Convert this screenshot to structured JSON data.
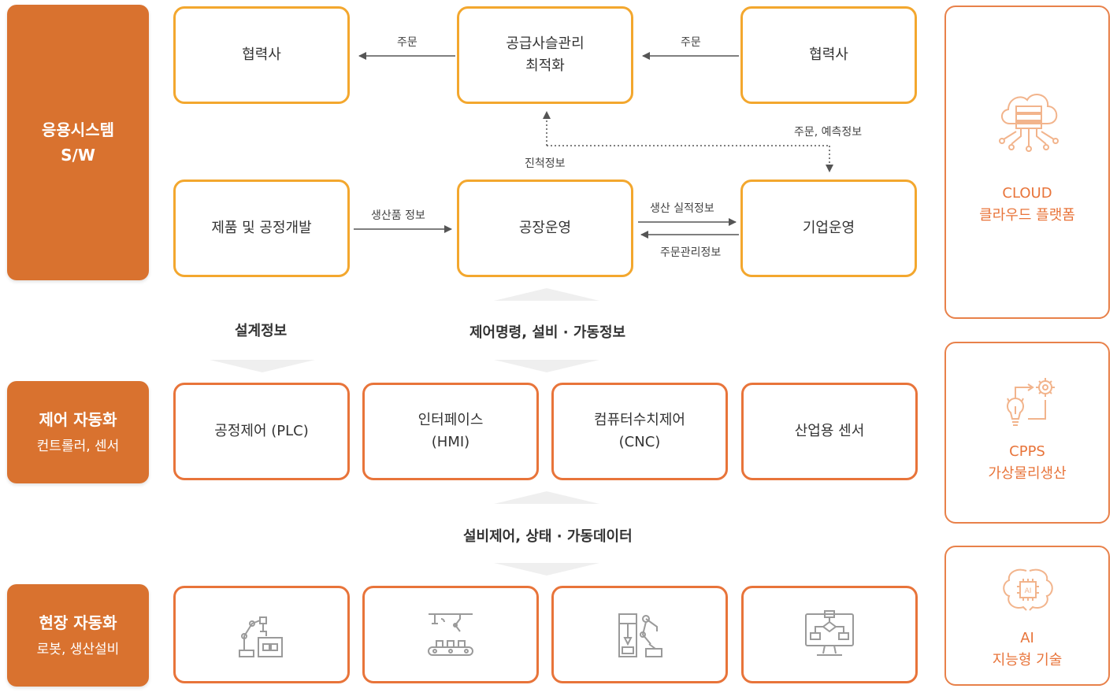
{
  "categories": {
    "app": {
      "title": "응용시스템",
      "subtitle": "S/W"
    },
    "control": {
      "title": "제어 자동화",
      "subtitle": "컨트롤러, 센서"
    },
    "field": {
      "title": "현장 자동화",
      "subtitle": "로봇, 생산설비"
    }
  },
  "app_boxes": {
    "partner_left": "협력사",
    "scm": [
      "공급사슬관리",
      "최적화"
    ],
    "partner_right": "협력사",
    "product_dev": "제품 및 공정개발",
    "factory_ops": "공장운영",
    "enterprise_ops": "기업운영"
  },
  "edge_labels": {
    "order_left": "주문",
    "order_right": "주문",
    "order_forecast": "주문, 예측정보",
    "progress": "진척정보",
    "product_info": "생산품 정보",
    "production_result": "생산 실적정보",
    "order_mgmt": "주문관리정보"
  },
  "flow_labels": {
    "design": "설계정보",
    "control_cmd": "제어명령, 설비 · 가동정보",
    "equipment_data": "설비제어, 상태 · 가동데이터"
  },
  "control_boxes": {
    "plc": "공정제어 (PLC)",
    "hmi": [
      "인터페이스",
      "(HMI)"
    ],
    "cnc": [
      "컴퓨터수치제어",
      "(CNC)"
    ],
    "sensor": "산업용 센서"
  },
  "field_icons": [
    "robot-arm-icon",
    "conveyor-line-icon",
    "machining-robot-icon",
    "monitor-flowchart-icon"
  ],
  "side_panels": {
    "cloud": [
      "CLOUD",
      "클라우드 플랫폼"
    ],
    "cpps": [
      "CPPS",
      "가상물리생산"
    ],
    "ai": [
      "AI",
      "지능형 기술"
    ]
  },
  "colors": {
    "category_bg": "#d9722f",
    "app_border": "#f3a72e",
    "control_border": "#e8743a",
    "side_accent": "#e8743a",
    "arrow": "#555555",
    "flow_triangle": "#efefef"
  }
}
